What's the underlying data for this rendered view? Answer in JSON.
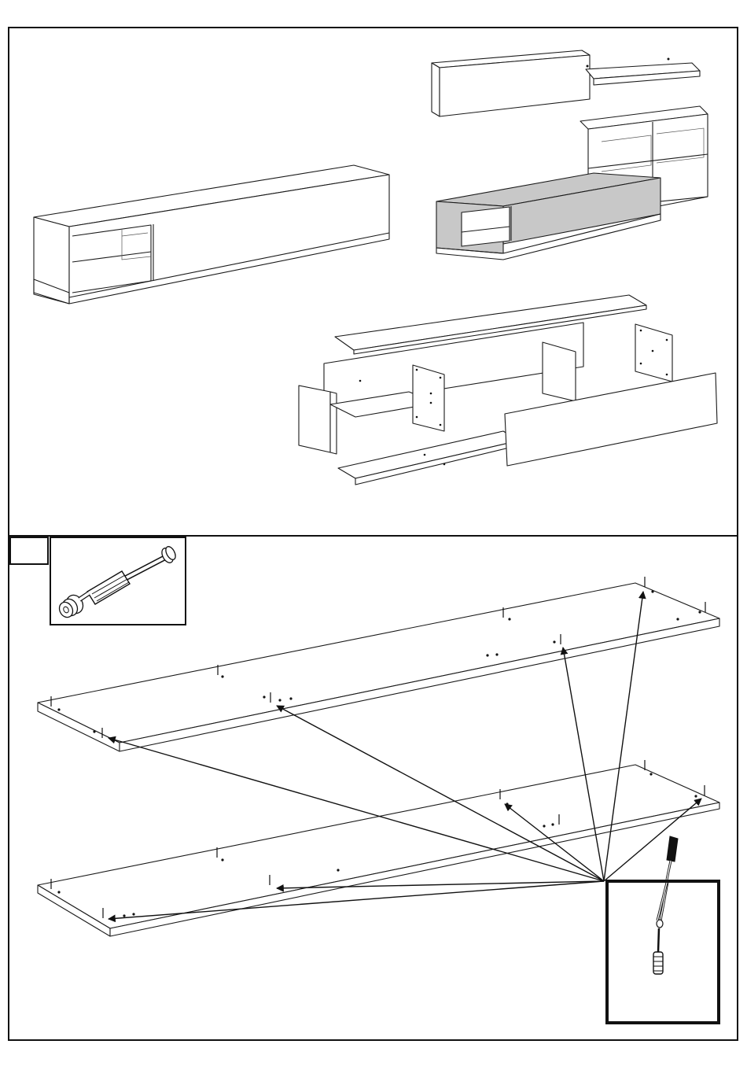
{
  "page": {
    "title": "",
    "step_number": ""
  },
  "overview": {
    "product": "tv-cabinet-unit",
    "items": [
      "assembled-tv-cabinet",
      "wall-unit-composition",
      "exploded-parts-view"
    ]
  },
  "step": {
    "part_icon": "cam-dowel-icon",
    "tool_icon": "screwdriver-icon",
    "panels": [
      "top-panel",
      "bottom-panel"
    ]
  },
  "colors": {
    "line": "#1a1a1a",
    "highlight": "#c8c8c8",
    "background": "#ffffff"
  }
}
